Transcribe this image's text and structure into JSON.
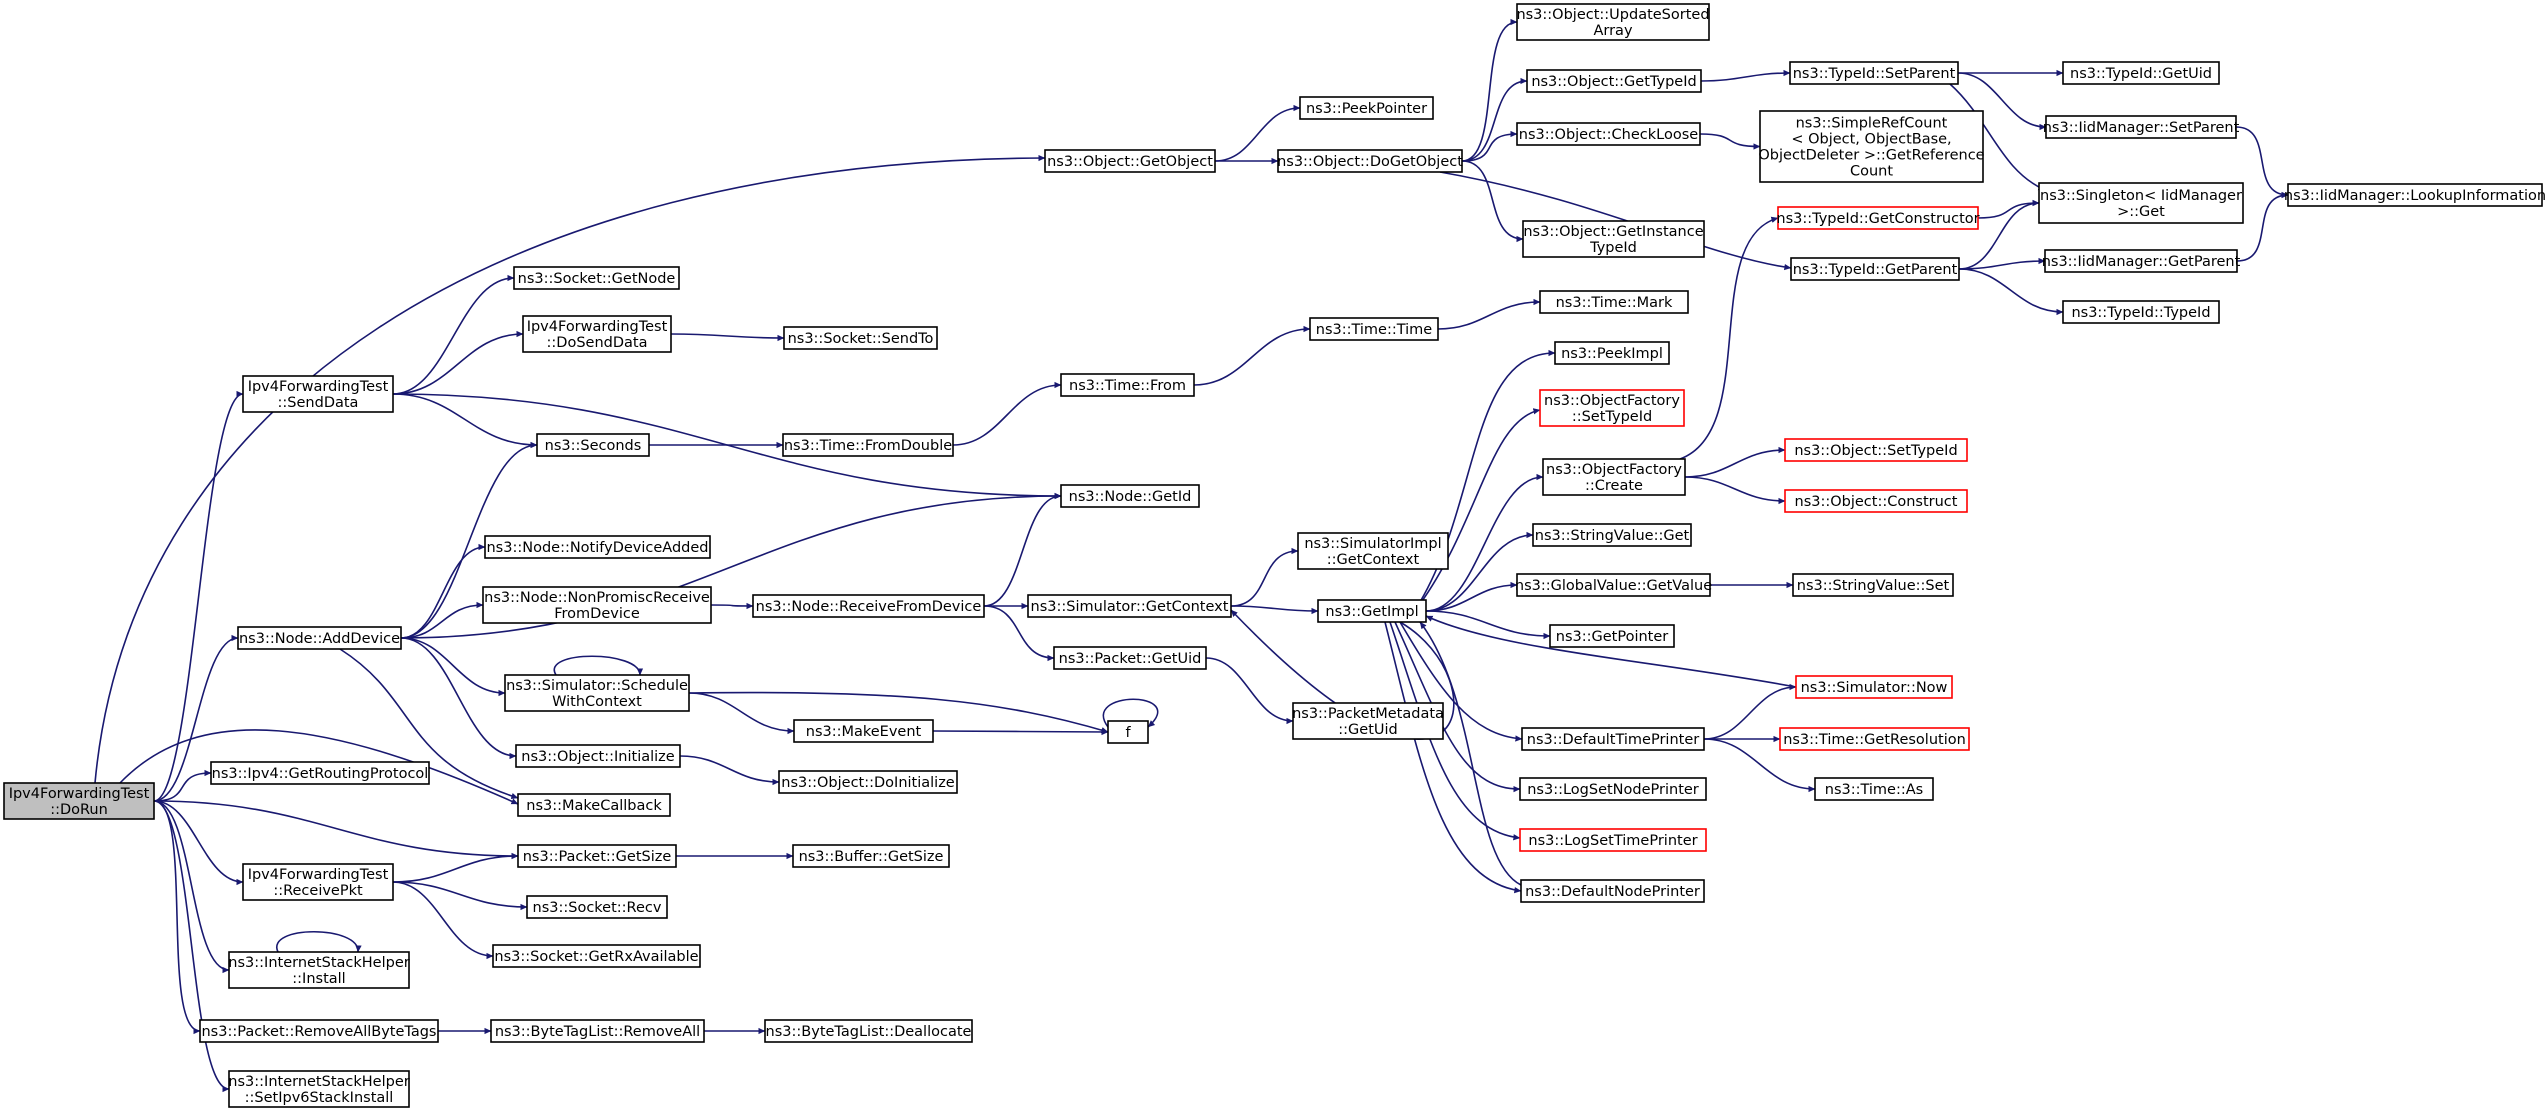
{
  "colors": {
    "edge": "#191970",
    "node_border": "#000000",
    "node_fill": "#ffffff",
    "root_fill": "#bfbfbf",
    "truncated_border": "#ff0000"
  },
  "nodes": {
    "n_dorun": {
      "lines": [
        "Ipv4ForwardingTest",
        "::DoRun"
      ],
      "kind": "root"
    },
    "n_getobject": {
      "lines": [
        "ns3::Object::GetObject"
      ]
    },
    "n_senddata": {
      "lines": [
        "Ipv4ForwardingTest",
        "::SendData"
      ]
    },
    "n_adddevice": {
      "lines": [
        "ns3::Node::AddDevice"
      ]
    },
    "n_ipv4_getrouting": {
      "lines": [
        "ns3::Ipv4::GetRoutingProtocol"
      ]
    },
    "n_makecallback": {
      "lines": [
        "ns3::MakeCallback"
      ]
    },
    "n_packet_getsize": {
      "lines": [
        "ns3::Packet::GetSize"
      ]
    },
    "n_receivepkt": {
      "lines": [
        "Ipv4ForwardingTest",
        "::ReceivePkt"
      ]
    },
    "n_stackhelper_install": {
      "lines": [
        "ns3::InternetStackHelper",
        "::Install"
      ]
    },
    "n_removeallbytetags": {
      "lines": [
        "ns3::Packet::RemoveAllByteTags"
      ]
    },
    "n_setipv6stackinstall": {
      "lines": [
        "ns3::InternetStackHelper",
        "::SetIpv6StackInstall"
      ]
    },
    "n_socket_getnode": {
      "lines": [
        "ns3::Socket::GetNode"
      ]
    },
    "n_dosenddata": {
      "lines": [
        "Ipv4ForwardingTest",
        "::DoSendData"
      ]
    },
    "n_seconds": {
      "lines": [
        "ns3::Seconds"
      ]
    },
    "n_node_getid": {
      "lines": [
        "ns3::Node::GetId"
      ]
    },
    "n_notifydeviceadded": {
      "lines": [
        "ns3::Node::NotifyDeviceAdded"
      ]
    },
    "n_nonpromisc": {
      "lines": [
        "ns3::Node::NonPromiscReceive",
        "FromDevice"
      ]
    },
    "n_schedulewithcontext": {
      "lines": [
        "ns3::Simulator::Schedule",
        "WithContext"
      ]
    },
    "n_object_initialize": {
      "lines": [
        "ns3::Object::Initialize"
      ]
    },
    "n_socket_recv": {
      "lines": [
        "ns3::Socket::Recv"
      ]
    },
    "n_getrxavailable": {
      "lines": [
        "ns3::Socket::GetRxAvailable"
      ]
    },
    "n_bytetaglist_removeall": {
      "lines": [
        "ns3::ByteTagList::RemoveAll"
      ]
    },
    "n_socket_sendto": {
      "lines": [
        "ns3::Socket::SendTo"
      ]
    },
    "n_time_fromdouble": {
      "lines": [
        "ns3::Time::FromDouble"
      ]
    },
    "n_receivefromdevice": {
      "lines": [
        "ns3::Node::ReceiveFromDevice"
      ]
    },
    "n_makeevent": {
      "lines": [
        "ns3::MakeEvent"
      ]
    },
    "n_f": {
      "lines": [
        "f"
      ]
    },
    "n_doinitialize": {
      "lines": [
        "ns3::Object::DoInitialize"
      ]
    },
    "n_buffer_getsize": {
      "lines": [
        "ns3::Buffer::GetSize"
      ]
    },
    "n_deallocate": {
      "lines": [
        "ns3::ByteTagList::Deallocate"
      ]
    },
    "n_peekpointer": {
      "lines": [
        "ns3::PeekPointer"
      ]
    },
    "n_dogetobject": {
      "lines": [
        "ns3::Object::DoGetObject"
      ]
    },
    "n_time_from": {
      "lines": [
        "ns3::Time::From"
      ]
    },
    "n_time_time": {
      "lines": [
        "ns3::Time::Time"
      ]
    },
    "n_simulatorimpl_getcontext": {
      "lines": [
        "ns3::SimulatorImpl",
        "::GetContext"
      ]
    },
    "n_simulator_getcontext": {
      "lines": [
        "ns3::Simulator::GetContext"
      ]
    },
    "n_packet_getuid": {
      "lines": [
        "ns3::Packet::GetUid"
      ]
    },
    "n_packetmetadata_getuid": {
      "lines": [
        "ns3::PacketMetadata",
        "::GetUid"
      ]
    },
    "n_updatesortedarray": {
      "lines": [
        "ns3::Object::UpdateSorted",
        "Array"
      ]
    },
    "n_object_gettypeid": {
      "lines": [
        "ns3::Object::GetTypeId"
      ]
    },
    "n_checkloose": {
      "lines": [
        "ns3::Object::CheckLoose"
      ]
    },
    "n_getinstancetypeid": {
      "lines": [
        "ns3::Object::GetInstance",
        "TypeId"
      ]
    },
    "n_time_mark": {
      "lines": [
        "ns3::Time::Mark"
      ]
    },
    "n_peekimpl": {
      "lines": [
        "ns3::PeekImpl"
      ]
    },
    "n_objectfactory_settypeid": {
      "lines": [
        "ns3::ObjectFactory",
        "::SetTypeId"
      ],
      "kind": "truncated"
    },
    "n_objectfactory_create": {
      "lines": [
        "ns3::ObjectFactory",
        "::Create"
      ]
    },
    "n_stringvalue_get": {
      "lines": [
        "ns3::StringValue::Get"
      ]
    },
    "n_globalvalue_getvalue": {
      "lines": [
        "ns3::GlobalValue::GetValue"
      ]
    },
    "n_getimpl": {
      "lines": [
        "ns3::GetImpl"
      ]
    },
    "n_getpointer": {
      "lines": [
        "ns3::GetPointer"
      ]
    },
    "n_defaulttimeprinter": {
      "lines": [
        "ns3::DefaultTimePrinter"
      ]
    },
    "n_logsetnodeprinter": {
      "lines": [
        "ns3::LogSetNodePrinter"
      ]
    },
    "n_logsettimeprinter": {
      "lines": [
        "ns3::LogSetTimePrinter"
      ],
      "kind": "truncated"
    },
    "n_defaultnodeprinter": {
      "lines": [
        "ns3::DefaultNodePrinter"
      ]
    },
    "n_typeid_setparent": {
      "lines": [
        "ns3::TypeId::SetParent"
      ]
    },
    "n_simplerefcount": {
      "lines": [
        "ns3::SimpleRefCount",
        "< Object, ObjectBase,",
        "ObjectDeleter >::GetReference",
        "Count"
      ]
    },
    "n_typeid_getconstructor": {
      "lines": [
        "ns3::TypeId::GetConstructor"
      ],
      "kind": "truncated"
    },
    "n_typeid_getparent": {
      "lines": [
        "ns3::TypeId::GetParent"
      ]
    },
    "n_object_settypeid": {
      "lines": [
        "ns3::Object::SetTypeId"
      ],
      "kind": "truncated"
    },
    "n_object_construct": {
      "lines": [
        "ns3::Object::Construct"
      ],
      "kind": "truncated"
    },
    "n_stringvalue_set": {
      "lines": [
        "ns3::StringValue::Set"
      ]
    },
    "n_simulator_now": {
      "lines": [
        "ns3::Simulator::Now"
      ],
      "kind": "truncated"
    },
    "n_time_getresolution": {
      "lines": [
        "ns3::Time::GetResolution"
      ],
      "kind": "truncated"
    },
    "n_time_as": {
      "lines": [
        "ns3::Time::As"
      ]
    },
    "n_typeid_getuid": {
      "lines": [
        "ns3::TypeId::GetUid"
      ]
    },
    "n_iidmanager_setparent": {
      "lines": [
        "ns3::IidManager::SetParent"
      ]
    },
    "n_singleton_get": {
      "lines": [
        "ns3::Singleton< IidManager",
        ">::Get"
      ]
    },
    "n_iidmanager_getparent": {
      "lines": [
        "ns3::IidManager::GetParent"
      ]
    },
    "n_typeid_typeid": {
      "lines": [
        "ns3::TypeId::TypeId"
      ]
    },
    "n_lookupinformation": {
      "lines": [
        "ns3::IidManager::LookupInformation"
      ]
    }
  },
  "edges": [
    [
      "n_dorun",
      "n_getobject"
    ],
    [
      "n_dorun",
      "n_senddata"
    ],
    [
      "n_dorun",
      "n_adddevice"
    ],
    [
      "n_dorun",
      "n_ipv4_getrouting"
    ],
    [
      "n_dorun",
      "n_makecallback"
    ],
    [
      "n_dorun",
      "n_packet_getsize"
    ],
    [
      "n_dorun",
      "n_receivepkt"
    ],
    [
      "n_dorun",
      "n_stackhelper_install"
    ],
    [
      "n_dorun",
      "n_removeallbytetags"
    ],
    [
      "n_dorun",
      "n_setipv6stackinstall"
    ],
    [
      "n_senddata",
      "n_socket_getnode"
    ],
    [
      "n_senddata",
      "n_dosenddata"
    ],
    [
      "n_senddata",
      "n_seconds"
    ],
    [
      "n_senddata",
      "n_node_getid"
    ],
    [
      "n_adddevice",
      "n_seconds"
    ],
    [
      "n_adddevice",
      "n_node_getid"
    ],
    [
      "n_adddevice",
      "n_notifydeviceadded"
    ],
    [
      "n_adddevice",
      "n_nonpromisc"
    ],
    [
      "n_adddevice",
      "n_schedulewithcontext"
    ],
    [
      "n_adddevice",
      "n_object_initialize"
    ],
    [
      "n_adddevice",
      "n_makecallback"
    ],
    [
      "n_receivepkt",
      "n_packet_getsize"
    ],
    [
      "n_receivepkt",
      "n_socket_recv"
    ],
    [
      "n_receivepkt",
      "n_getrxavailable"
    ],
    [
      "n_stackhelper_install",
      "n_stackhelper_install"
    ],
    [
      "n_removeallbytetags",
      "n_bytetaglist_removeall"
    ],
    [
      "n_bytetaglist_removeall",
      "n_deallocate"
    ],
    [
      "n_dosenddata",
      "n_socket_sendto"
    ],
    [
      "n_seconds",
      "n_time_fromdouble"
    ],
    [
      "n_nonpromisc",
      "n_receivefromdevice"
    ],
    [
      "n_schedulewithcontext",
      "n_schedulewithcontext"
    ],
    [
      "n_schedulewithcontext",
      "n_makeevent"
    ],
    [
      "n_schedulewithcontext",
      "n_f"
    ],
    [
      "n_makeevent",
      "n_f"
    ],
    [
      "n_f",
      "n_f"
    ],
    [
      "n_object_initialize",
      "n_doinitialize"
    ],
    [
      "n_packet_getsize",
      "n_buffer_getsize"
    ],
    [
      "n_getobject",
      "n_peekpointer"
    ],
    [
      "n_getobject",
      "n_dogetobject"
    ],
    [
      "n_time_fromdouble",
      "n_time_from"
    ],
    [
      "n_time_from",
      "n_time_time"
    ],
    [
      "n_time_time",
      "n_time_mark"
    ],
    [
      "n_receivefromdevice",
      "n_node_getid"
    ],
    [
      "n_receivefromdevice",
      "n_simulator_getcontext"
    ],
    [
      "n_receivefromdevice",
      "n_packet_getuid"
    ],
    [
      "n_simulator_getcontext",
      "n_simulatorimpl_getcontext"
    ],
    [
      "n_simulator_getcontext",
      "n_getimpl"
    ],
    [
      "n_packet_getuid",
      "n_packetmetadata_getuid"
    ],
    [
      "n_dogetobject",
      "n_updatesortedarray"
    ],
    [
      "n_dogetobject",
      "n_object_gettypeid"
    ],
    [
      "n_dogetobject",
      "n_checkloose"
    ],
    [
      "n_dogetobject",
      "n_getinstancetypeid"
    ],
    [
      "n_dogetobject",
      "n_typeid_getparent"
    ],
    [
      "n_object_gettypeid",
      "n_typeid_setparent"
    ],
    [
      "n_checkloose",
      "n_simplerefcount"
    ],
    [
      "n_getimpl",
      "n_peekimpl"
    ],
    [
      "n_getimpl",
      "n_objectfactory_settypeid"
    ],
    [
      "n_getimpl",
      "n_objectfactory_create"
    ],
    [
      "n_getimpl",
      "n_stringvalue_get"
    ],
    [
      "n_getimpl",
      "n_globalvalue_getvalue"
    ],
    [
      "n_getimpl",
      "n_getpointer"
    ],
    [
      "n_getimpl",
      "n_defaulttimeprinter"
    ],
    [
      "n_getimpl",
      "n_logsetnodeprinter"
    ],
    [
      "n_getimpl",
      "n_logsettimeprinter"
    ],
    [
      "n_getimpl",
      "n_defaultnodeprinter"
    ],
    [
      "n_getimpl",
      "n_simulator_getcontext"
    ],
    [
      "n_simulator_now",
      "n_getimpl"
    ],
    [
      "n_defaultnodeprinter",
      "n_getimpl"
    ],
    [
      "n_objectfactory_create",
      "n_typeid_getconstructor"
    ],
    [
      "n_objectfactory_create",
      "n_object_settypeid"
    ],
    [
      "n_objectfactory_create",
      "n_object_construct"
    ],
    [
      "n_globalvalue_getvalue",
      "n_stringvalue_set"
    ],
    [
      "n_defaulttimeprinter",
      "n_simulator_now"
    ],
    [
      "n_defaulttimeprinter",
      "n_time_getresolution"
    ],
    [
      "n_defaulttimeprinter",
      "n_time_as"
    ],
    [
      "n_typeid_setparent",
      "n_typeid_getuid"
    ],
    [
      "n_typeid_setparent",
      "n_iidmanager_setparent"
    ],
    [
      "n_typeid_setparent",
      "n_singleton_get"
    ],
    [
      "n_typeid_getconstructor",
      "n_singleton_get"
    ],
    [
      "n_typeid_getparent",
      "n_singleton_get"
    ],
    [
      "n_typeid_getparent",
      "n_iidmanager_getparent"
    ],
    [
      "n_typeid_getparent",
      "n_typeid_typeid"
    ],
    [
      "n_iidmanager_setparent",
      "n_lookupinformation"
    ],
    [
      "n_iidmanager_getparent",
      "n_lookupinformation"
    ]
  ]
}
